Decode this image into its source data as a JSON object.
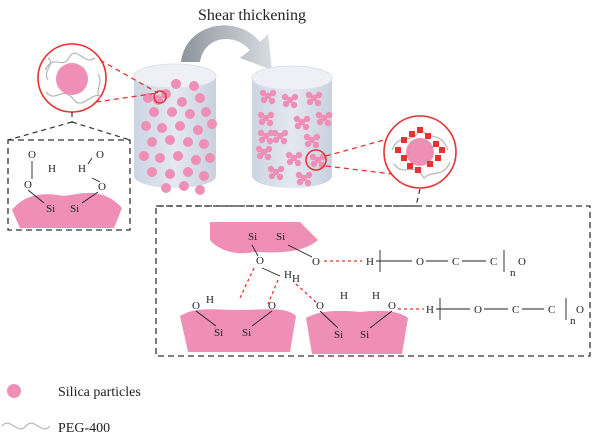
{
  "title": "Shear thickening",
  "colors": {
    "particle": "#ef8fb6",
    "particle_dark": "#e86ea3",
    "cylinder_top": "#e8ebf2",
    "cylinder_body": "#d4dbe8",
    "arrow": "#9aa3ad",
    "red": "#e53332",
    "dash": "#333333",
    "chain": "#b9b9b9",
    "text": "#222222"
  },
  "left_detail": {
    "atoms": [
      "O",
      "H",
      "O",
      "H",
      "O",
      "O",
      "Si",
      "Si"
    ]
  },
  "right_detail": {
    "upper_si": [
      "Si",
      "Si"
    ],
    "upper_o": [
      "O",
      "O"
    ],
    "bridging_h": [
      "H",
      "H"
    ],
    "peg_chain_1": {
      "h": "H",
      "o1": "O",
      "c1": "C",
      "c2": "C",
      "n": "n",
      "o2": "O"
    },
    "lower_left": {
      "h": "H",
      "o1": "O",
      "o2": "O",
      "si1": "Si",
      "si2": "Si"
    },
    "lower_right": {
      "o1": "O",
      "h1": "H",
      "o2": "O",
      "h2": "H",
      "si1": "Si",
      "si2": "Si"
    },
    "peg_chain_2": {
      "h": "H",
      "o1": "O",
      "c1": "C",
      "c2": "C",
      "n": "n",
      "o2": "O"
    }
  },
  "legend": [
    {
      "label": "Silica particles",
      "icon": "pink-circle-icon"
    },
    {
      "label": "PEG-400",
      "icon": "wavy-line-icon"
    }
  ]
}
